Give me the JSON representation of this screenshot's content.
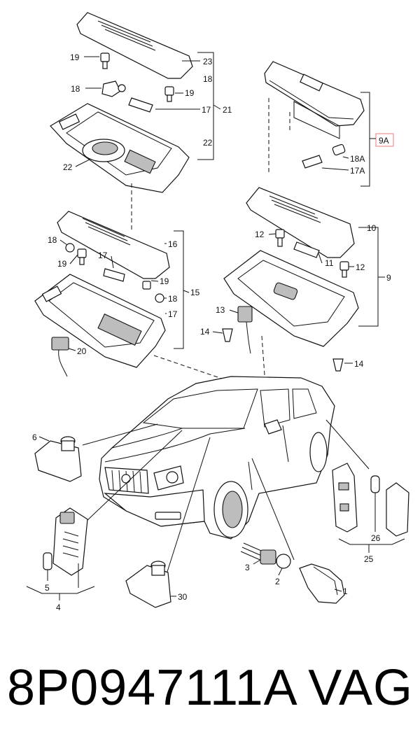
{
  "callouts": {
    "c1": "1",
    "c2": "2",
    "c3": "3",
    "c4": "4",
    "c5": "5",
    "c6": "6",
    "c9": "9",
    "c9a": "9A",
    "c10": "10",
    "c11": "11",
    "c12a": "12",
    "c12b": "12",
    "c13": "13",
    "c14a": "14",
    "c14b": "14",
    "c15": "15",
    "c16": "16",
    "c17a": "17",
    "c17b": "17",
    "c17c": "17",
    "c17d": "17A",
    "c18a": "18",
    "c18b": "18",
    "c18c": "18",
    "c18d": "18A",
    "c19a": "19",
    "c19b": "19",
    "c19c": "19",
    "c19d": "19",
    "c20": "20",
    "c21": "21",
    "c22a": "22",
    "c22b": "22",
    "c23": "23",
    "c25": "25",
    "c26": "26",
    "c30": "30"
  },
  "caption": {
    "part_number": "8P0947111A",
    "brand": "VAG"
  },
  "colors": {
    "line": "#111111",
    "highlight": "#e87878",
    "background": "#ffffff"
  }
}
